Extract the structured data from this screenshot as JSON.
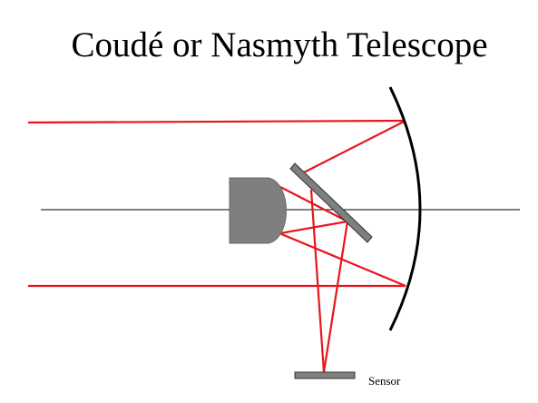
{
  "title": "Coudé or Nasmyth Telescope",
  "labels": {
    "sensor": "Sensor"
  },
  "colors": {
    "light_ray": "#e8141c",
    "optical_axis": "#000000",
    "primary_mirror": "#000000",
    "secondary_mirror": "#7f7f7f",
    "tertiary_mirror": "#7f7f7f",
    "sensor": "#7f7f7f",
    "background": "#ffffff"
  },
  "components": [
    "primary-mirror",
    "secondary-mirror",
    "tertiary-mirror",
    "sensor",
    "optical-axis",
    "light-rays"
  ]
}
